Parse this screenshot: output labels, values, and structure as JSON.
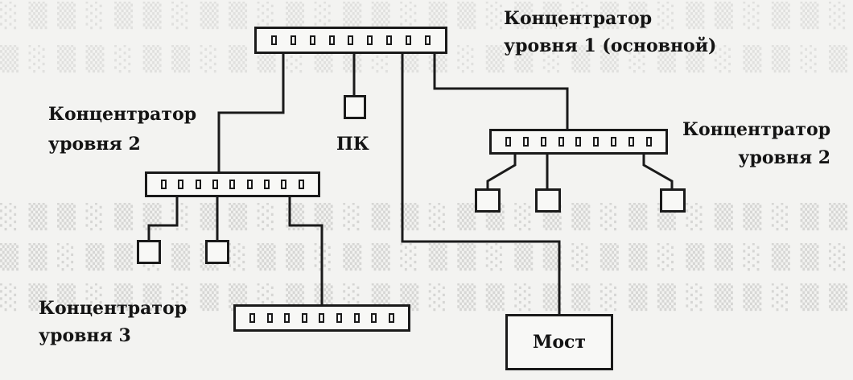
{
  "diagram": {
    "hub_level1_label": "Концентратор\nуровня 1 (основной)",
    "hub_level2_left_label": "Концентратор\nуровня 2",
    "hub_level2_right_label": "Концентратор\nуровня 2",
    "hub_level3_label": "Концентратор\nуровня 3",
    "pc_label": "ПК",
    "bridge_label": "Мост"
  }
}
